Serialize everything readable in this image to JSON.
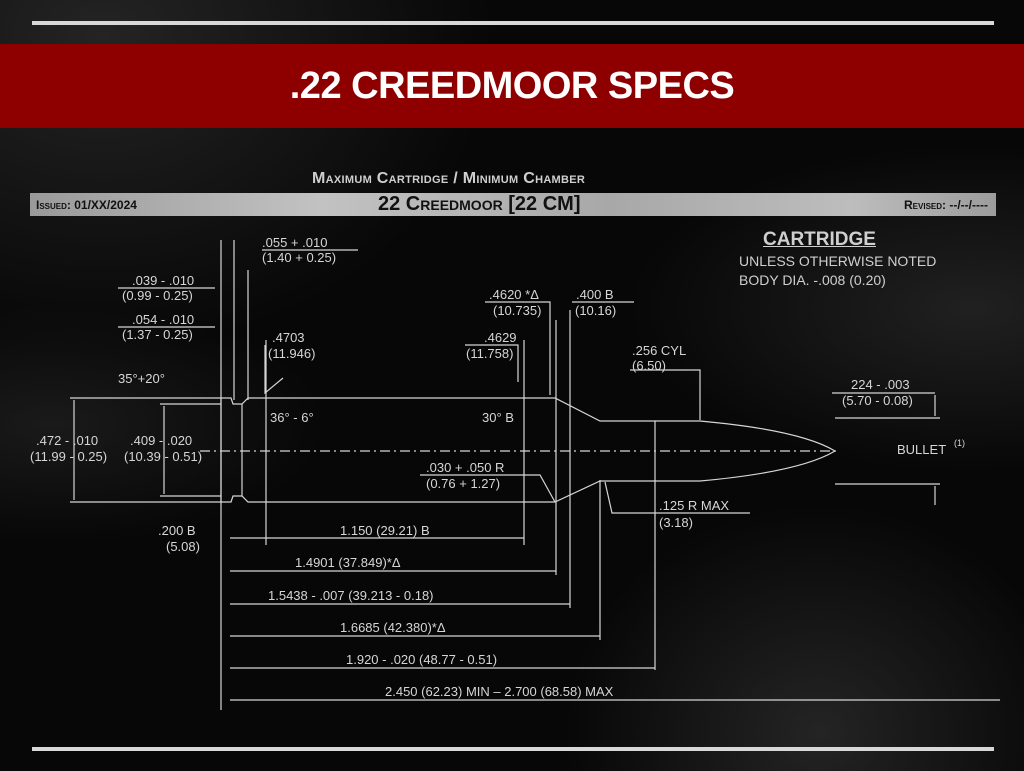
{
  "banner": {
    "title": ".22 CREEDMOOR SPECS"
  },
  "sheet": {
    "heading": "Maximum Cartridge / Minimum Chamber",
    "issued": "Issued: 01/XX/2024",
    "caliber": "22 Creedmoor [22 CM]",
    "revised": "Revised: --/--/----"
  },
  "notes": {
    "heading": "CARTRIDGE",
    "line1": "UNLESS OTHERWISE NOTED",
    "line2": "BODY DIA. -.008 (0.20)"
  },
  "dimensions": {
    "rim_thickness": [
      ".055 + .010",
      "(1.40 + 0.25)"
    ],
    "extractor_groove": [
      ".039 - .010",
      "(0.99 - 0.25)"
    ],
    "groove_width": [
      ".054 - .010",
      "(1.37 - 0.25)"
    ],
    "base_body_dia": [
      ".4703",
      "(11.946)"
    ],
    "chamfer_angle": "35°+20°",
    "rim_dia": [
      ".472 - .010",
      "(11.99 - 0.25)"
    ],
    "groove_dia": [
      ".409 - .020",
      "(10.39 - 0.51)"
    ],
    "groove_angle": "36° - 6°",
    "shoulder_dia": [
      ".4620 *Δ",
      "(10.735)"
    ],
    "shoulder_body_dia": [
      ".4629",
      "(11.758)"
    ],
    "shoulder_datum": [
      ".400 B",
      "(10.16)"
    ],
    "neck_dia": [
      ".256 CYL",
      "(6.50)"
    ],
    "shoulder_angle": "30° B",
    "shoulder_radius": [
      ".030 + .050 R",
      "(0.76 + 1.27)"
    ],
    "neck_radius": [
      ".125 R MAX",
      "(3.18)"
    ],
    "bullet_dia": [
      "224 - .003",
      "(5.70 - 0.08)"
    ],
    "bullet_label": "BULLET",
    "bullet_note": "(1)",
    "base_datum": [
      ".200 B",
      "(5.08)"
    ],
    "datum_length": "1.150 (29.21) B",
    "len_shoulder_start": "1.4901 (37.849)*Δ",
    "len_datum": "1.5438 - .007 (39.213 - 0.18)",
    "len_neck_start": "1.6685 (42.380)*Δ",
    "case_length": "1.920 - .020 (48.77 - 0.51)",
    "oal": "2.450 (62.23) MIN – 2.700 (68.58) MAX"
  }
}
